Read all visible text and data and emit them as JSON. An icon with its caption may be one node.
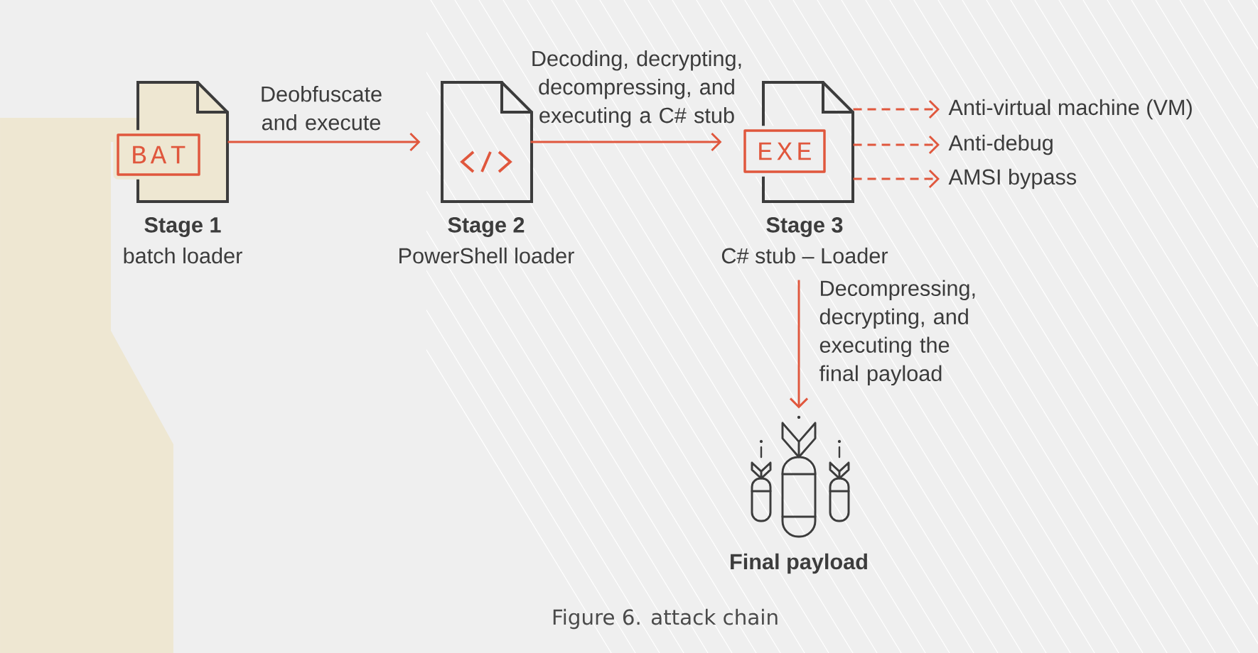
{
  "diagram": {
    "caption": "Figure 6. attack chain",
    "nodes": [
      {
        "text": [
          "BAT"
        ],
        "beside": [
          "Stage 1",
          "batch loader"
        ]
      },
      {
        "text": [],
        "shape": "picture",
        "beside": [
          "Stage 2",
          "PowerShell loader"
        ]
      },
      {
        "text": [
          "EXE"
        ],
        "beside": [
          "Stage 3",
          "C# stub – Loader"
        ]
      },
      {
        "text": [
          "Anti-virtual machine (VM)"
        ]
      },
      {
        "text": [
          "Anti-debug"
        ]
      },
      {
        "text": [
          "AMSI bypass"
        ]
      },
      {
        "text": [],
        "shape": "picture",
        "beside": [
          "Final payload"
        ]
      }
    ],
    "edges": [
      {
        "from": 0,
        "to": 1,
        "arrow": "to",
        "label": "Deobfuscate and execute"
      },
      {
        "from": 1,
        "to": 2,
        "arrow": "to",
        "label": "Decoding, decrypting, decompressing, and executing a C# stub"
      },
      {
        "from": 2,
        "to": 3,
        "arrow": "to",
        "style": "dashed"
      },
      {
        "from": 2,
        "to": 4,
        "arrow": "to",
        "style": "dashed"
      },
      {
        "from": 2,
        "to": 5,
        "arrow": "to",
        "style": "dashed"
      },
      {
        "from": 2,
        "to": 6,
        "arrow": "to",
        "label": "Decompressing, decrypting, and executing the final payload"
      }
    ]
  }
}
